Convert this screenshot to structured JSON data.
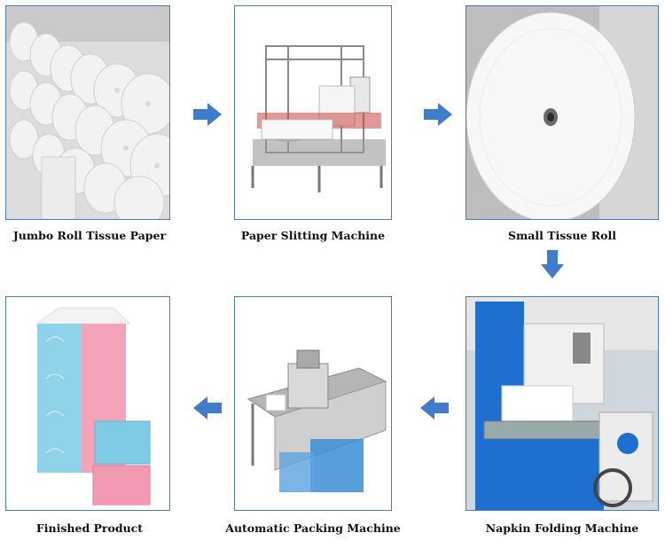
{
  "steps": [
    {
      "label": "Jumbo Roll Tissue Paper"
    },
    {
      "label": "Paper Slitting Machine"
    },
    {
      "label": "Small Tissue Roll"
    },
    {
      "label": "Finished Product"
    },
    {
      "label": "Automatic Packing Machine"
    },
    {
      "label": "Napkin Folding Machine"
    }
  ],
  "colors": {
    "arrow": "#3f7ccc",
    "border": "#4a7fb5",
    "machine_blue": "#1f6fd1",
    "pack_pink": "#f4a3b8",
    "pack_blue": "#8fd3ea"
  },
  "icons": [
    "arrow-right-icon",
    "arrow-down-icon",
    "arrow-left-icon"
  ]
}
